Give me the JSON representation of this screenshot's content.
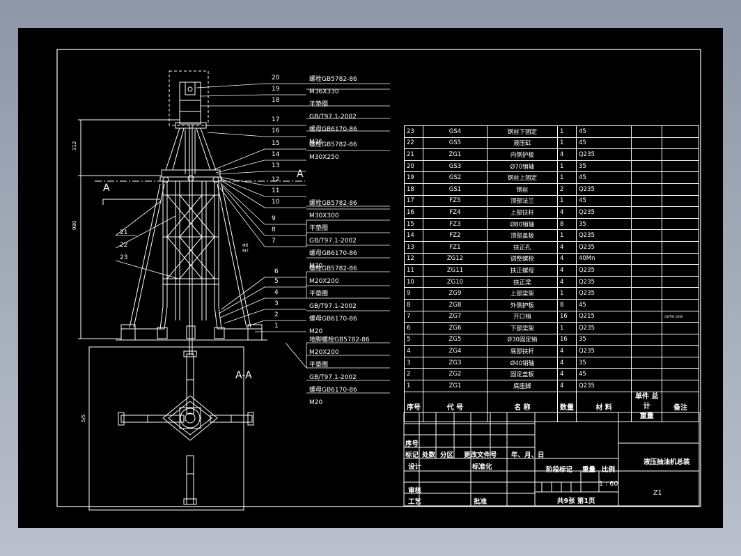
{
  "drawing": {
    "callouts_top": [
      "20",
      "19",
      "18",
      "17",
      "16",
      "15",
      "14",
      "13",
      "12",
      "11",
      "10",
      "9",
      "8",
      "7"
    ],
    "callouts_bottom": [
      "6",
      "5",
      "4",
      "3",
      "2",
      "1"
    ],
    "callouts_left": [
      "21",
      "22",
      "23"
    ],
    "section_marker": "A",
    "section_view_label": "A-A",
    "dimension_small": "312",
    "dimension_large": "980",
    "dimension_plan": "5/5",
    "slope_label_top": "Φ6",
    "slope_label_bottom": "M7",
    "bolt_notes": [
      [
        "螺栓GB5782-86",
        "M36X330",
        "平垫圈",
        "GB/T97.1-2002",
        "螺母GB6170-86",
        "M36"
      ],
      [
        "螺栓GB5782-86",
        "M30X250"
      ],
      [
        "螺栓GB5782-86",
        "M30X300",
        "平垫圈",
        "GB/T97.1-2002",
        "螺母GB6170-86",
        "M30"
      ],
      [
        "螺栓GB5782-86",
        "M20X200",
        "平垫圈",
        "GB/T97.1-2002",
        "螺母GB6170-86",
        "M20"
      ],
      [
        "地脚螺栓GB5782-86",
        "M20X200",
        "平垫圈",
        "GB/T97.1-2002",
        "螺母GB6170-86",
        "M20"
      ]
    ]
  },
  "parts_table": {
    "headers": [
      "序号",
      "代 号",
      "名 称",
      "数量",
      "材 料",
      "单件 总计\n重量",
      "备注"
    ],
    "rows": [
      [
        "23",
        "GS4",
        "钢丝下固定",
        "1",
        "45",
        "",
        ""
      ],
      [
        "22",
        "GS5",
        "液压缸",
        "1",
        "45",
        "",
        ""
      ],
      [
        "21",
        "ZG1",
        "内侧护板",
        "4",
        "Q235",
        "",
        ""
      ],
      [
        "20",
        "GS3",
        "Ø70销轴",
        "1",
        "35",
        "",
        ""
      ],
      [
        "19",
        "GS2",
        "钢丝上固定",
        "1",
        "45",
        "",
        ""
      ],
      [
        "18",
        "GS1",
        "钢丝",
        "2",
        "Q235",
        "",
        ""
      ],
      [
        "17",
        "FZ5",
        "顶部法兰",
        "1",
        "45",
        "",
        ""
      ],
      [
        "16",
        "FZ4",
        "上部扶杆",
        "4",
        "Q235",
        "",
        ""
      ],
      [
        "15",
        "FZ3",
        "Ø80销轴",
        "8",
        "35",
        "",
        ""
      ],
      [
        "14",
        "FZ2",
        "顶部盖板",
        "1",
        "Q235",
        "",
        ""
      ],
      [
        "13",
        "FZ1",
        "扶正孔",
        "4",
        "Q235",
        "",
        ""
      ],
      [
        "12",
        "ZG12",
        "调整螺栓",
        "4",
        "40Mn",
        "",
        ""
      ],
      [
        "11",
        "ZG11",
        "扶正螺母",
        "4",
        "Q235",
        "",
        ""
      ],
      [
        "10",
        "ZG10",
        "扶正梁",
        "4",
        "Q235",
        "",
        ""
      ],
      [
        "9",
        "ZG9",
        "上部梁架",
        "1",
        "Q235",
        "",
        ""
      ],
      [
        "8",
        "ZG8",
        "外侧护板",
        "8",
        "45",
        "",
        ""
      ],
      [
        "7",
        "ZG7",
        "开口销",
        "16",
        "Q215",
        "",
        "GB/T91-2000"
      ],
      [
        "6",
        "ZG6",
        "下部梁架",
        "1",
        "Q235",
        "",
        ""
      ],
      [
        "5",
        "ZG5",
        "Ø30固定销",
        "16",
        "35",
        "",
        ""
      ],
      [
        "4",
        "ZG4",
        "底部扶杆",
        "4",
        "Q235",
        "",
        ""
      ],
      [
        "3",
        "ZG3",
        "Ø40销轴",
        "4",
        "35",
        "",
        ""
      ],
      [
        "2",
        "ZG2",
        "固定盖板",
        "4",
        "45",
        "",
        ""
      ],
      [
        "1",
        "ZG1",
        "底座脚",
        "4",
        "Q235",
        "",
        ""
      ]
    ]
  },
  "title_block": {
    "row_labels": [
      "序号",
      "标记",
      "处数",
      "分区",
      "更改文件号",
      "年、月、日"
    ],
    "design": "设计",
    "standardize": "标准化",
    "review": "审核",
    "process": "工艺",
    "approve": "批准",
    "stage_mark": "阶段标记",
    "weight": "重量",
    "scale": "比例",
    "scale_value": "1 : 60",
    "sheets": "共9张  第1页",
    "drawing_name": "液压抽油机总装",
    "drawing_code": "Z1"
  },
  "colors": {
    "background": "#000000",
    "lines": "#ffffff",
    "frame_bg": "#9aa2b0"
  }
}
